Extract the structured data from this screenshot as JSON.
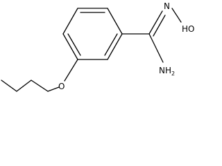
{
  "molecule": {
    "atoms": {
      "oxygen_ether": "O",
      "nitrogen_oxime": "N",
      "hydroxyl": "HO",
      "amine_n": "N",
      "amine_h": "H",
      "amine_sub": "2"
    },
    "colors": {
      "bond": "#000000",
      "label": "#000000",
      "background": "#ffffff"
    }
  }
}
